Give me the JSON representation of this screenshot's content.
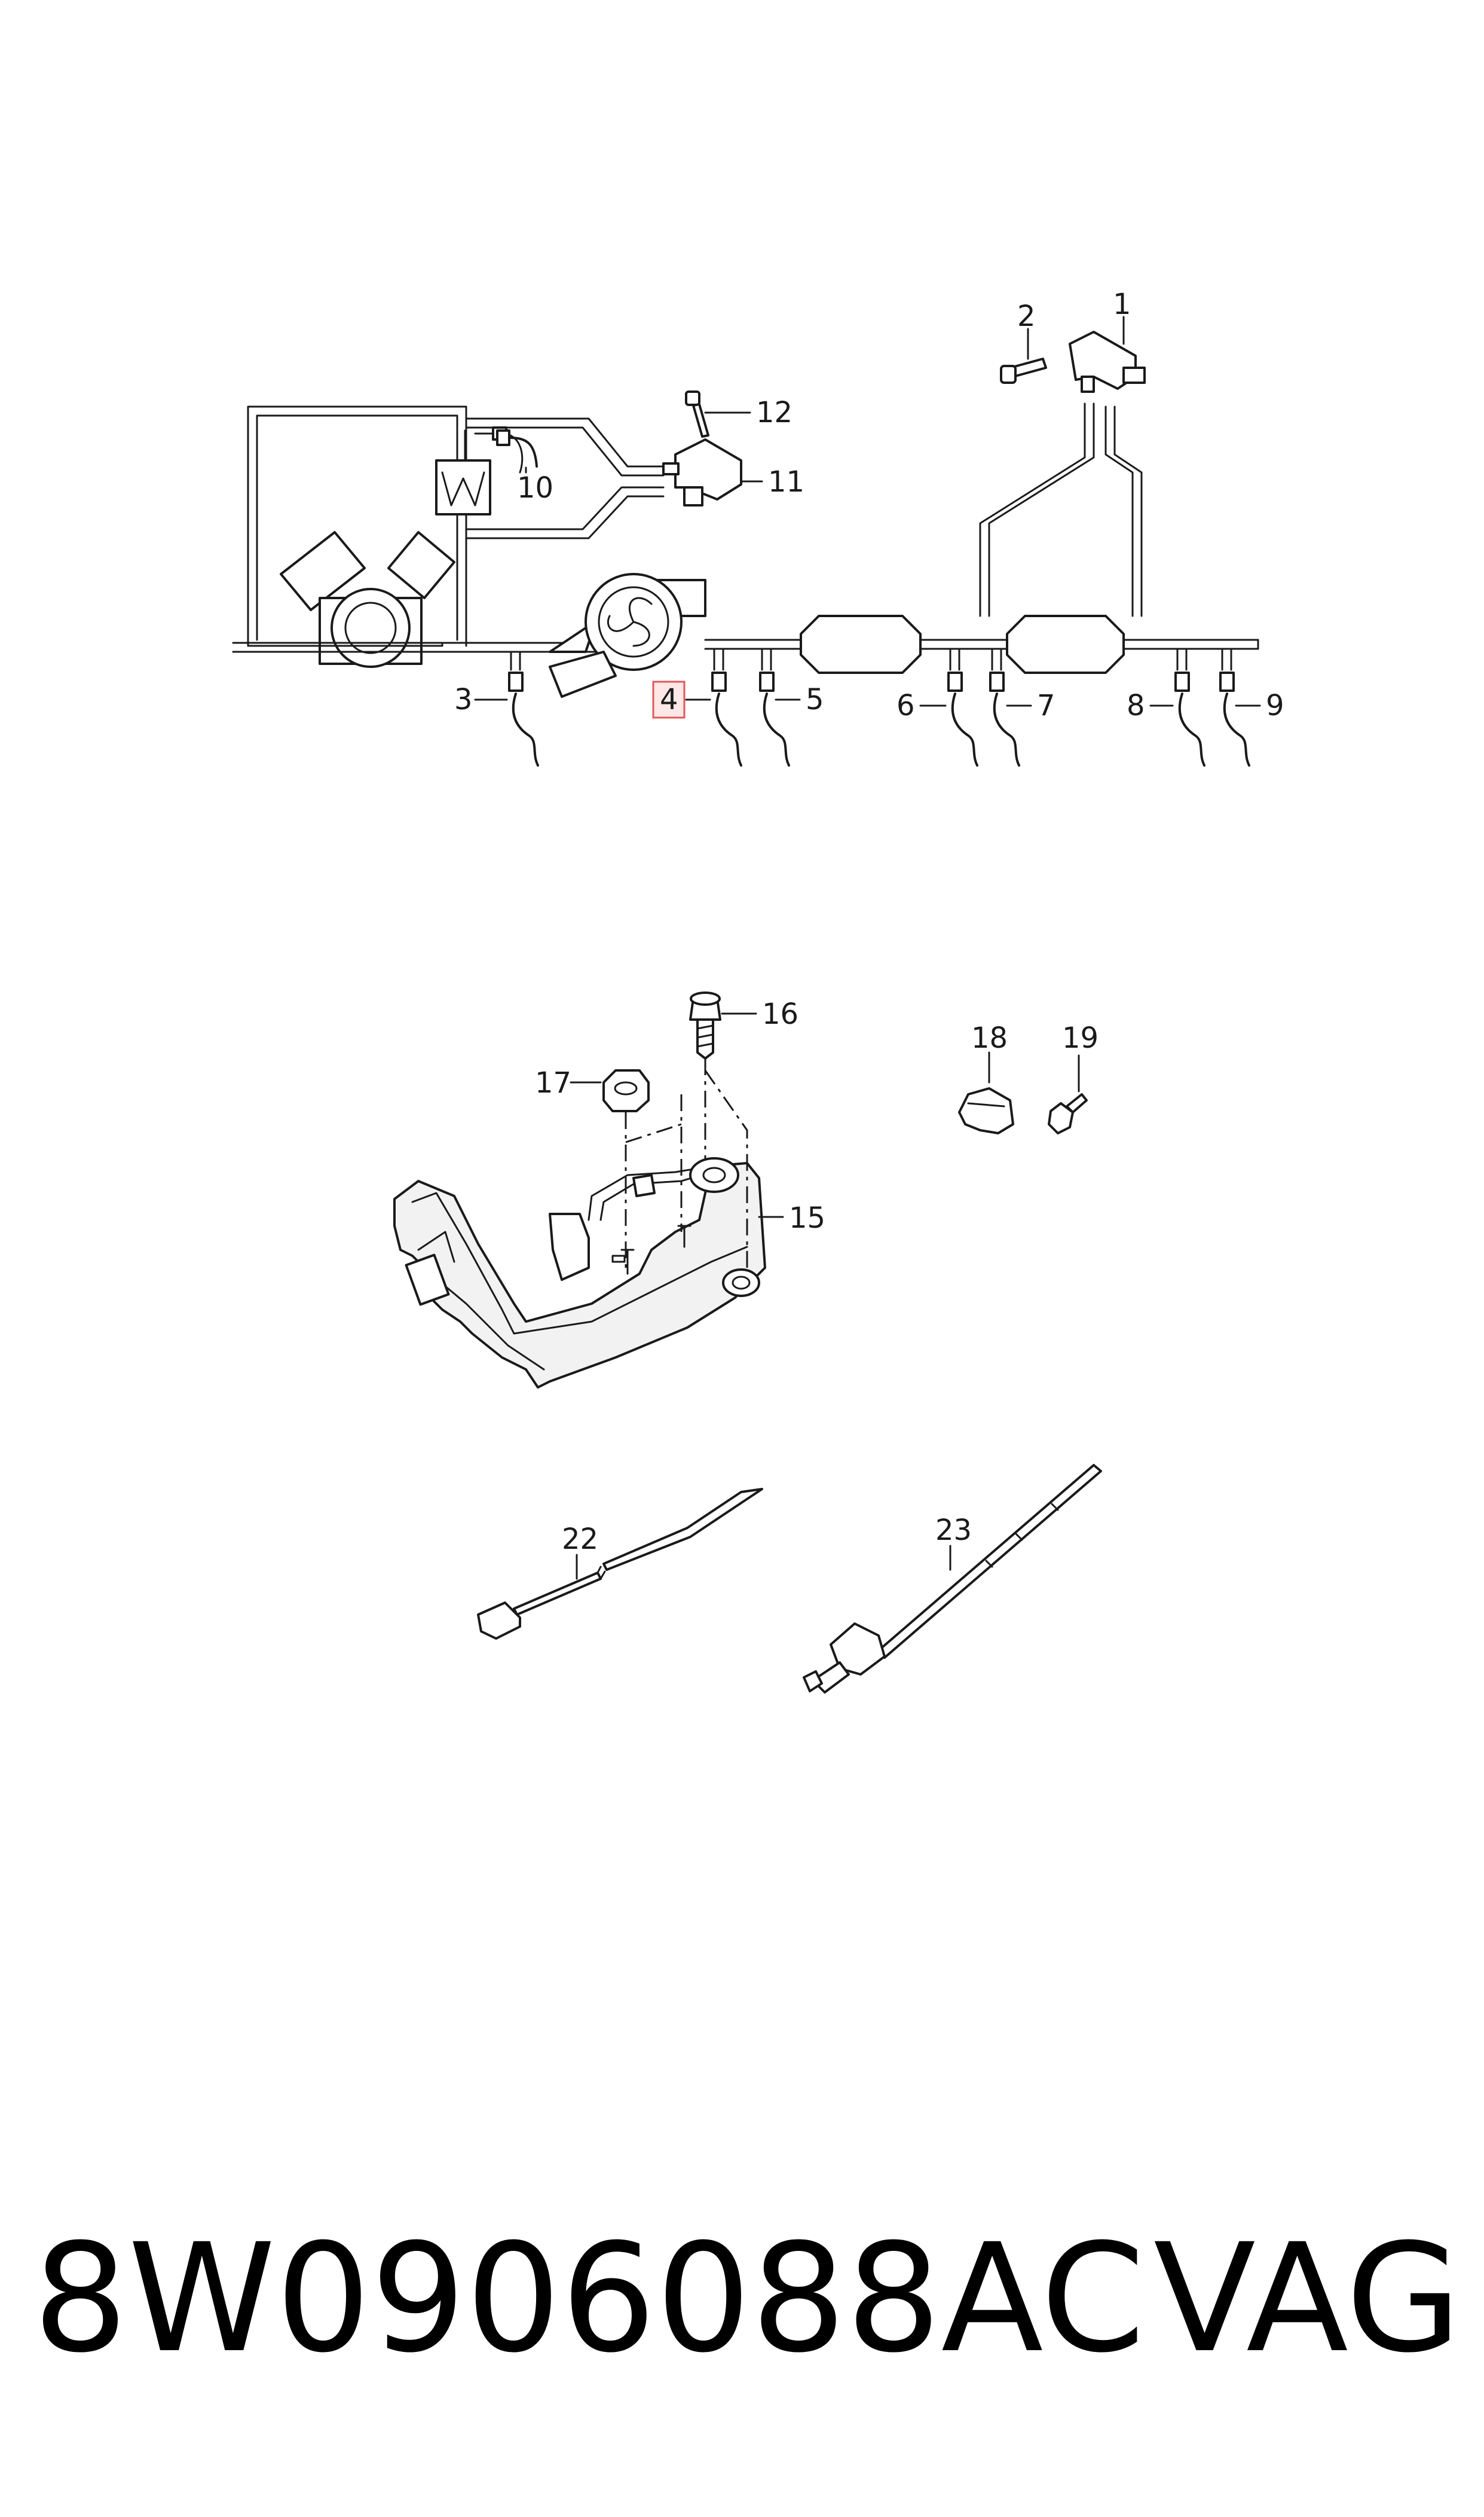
{
  "callouts": {
    "c1": "1",
    "c2": "2",
    "c3": "3",
    "c4": "4",
    "c5": "5",
    "c6": "6",
    "c7": "7",
    "c8": "8",
    "c9": "9",
    "c10": "10",
    "c11": "11",
    "c12": "12",
    "c15": "15",
    "c16": "16",
    "c17": "17",
    "c18": "18",
    "c19": "19",
    "c22": "22",
    "c23": "23"
  },
  "highlighted_callout": "4",
  "colors": {
    "line": "#1a1a1a",
    "highlight_fill": "#fde7e7",
    "highlight_stroke": "#e05a5a"
  },
  "footer": {
    "part_number": "8W0906088AC",
    "brand": "VAG"
  }
}
